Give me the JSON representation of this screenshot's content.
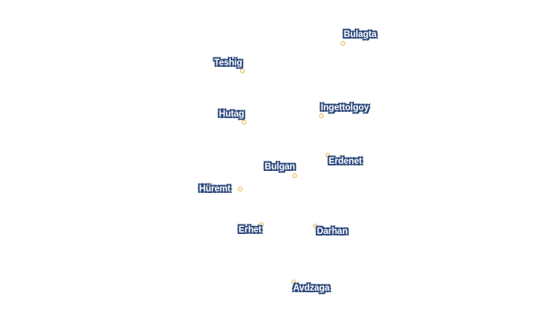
{
  "colors": {
    "background": "#ffffff",
    "label_text": "#ffffff",
    "label_halo": "#2e4a7d",
    "marker_stroke": "#e8b85a",
    "marker_fill": "#fff7e6"
  },
  "places": [
    {
      "id": "bulagta",
      "name": "Bulagta"
    },
    {
      "id": "teshig",
      "name": "Teshig"
    },
    {
      "id": "hutag",
      "name": "Hutag"
    },
    {
      "id": "ingettolgoy",
      "name": "Ingettolgoy"
    },
    {
      "id": "erdenet",
      "name": "Erdenet"
    },
    {
      "id": "bulgan",
      "name": "Bulgan"
    },
    {
      "id": "huremt",
      "name": "Hüremt"
    },
    {
      "id": "erhet",
      "name": "Erhet"
    },
    {
      "id": "darhan",
      "name": "Darhan"
    },
    {
      "id": "avdzaga",
      "name": "Avdzaga"
    }
  ]
}
